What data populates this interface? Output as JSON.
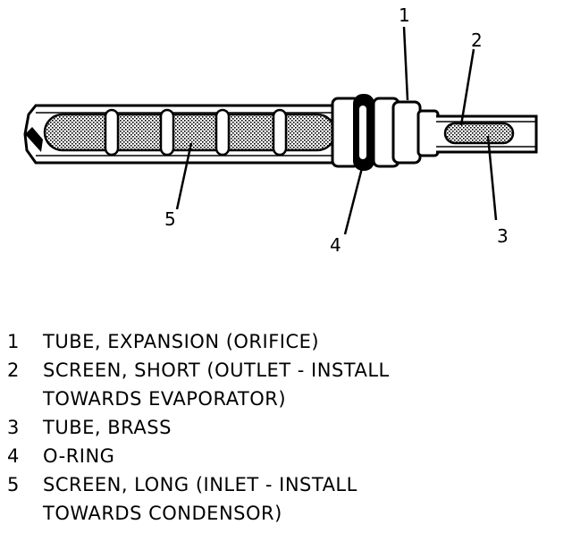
{
  "callouts": {
    "c1": "1",
    "c2": "2",
    "c3": "3",
    "c4": "4",
    "c5": "5"
  },
  "legend": [
    {
      "number": "1",
      "lines": [
        "TUBE, EXPANSION (ORIFICE)"
      ]
    },
    {
      "number": "2",
      "lines": [
        "SCREEN, SHORT (OUTLET - INSTALL",
        "TOWARDS EVAPORATOR)"
      ]
    },
    {
      "number": "3",
      "lines": [
        "TUBE, BRASS"
      ]
    },
    {
      "number": "4",
      "lines": [
        "O-RING"
      ]
    },
    {
      "number": "5",
      "lines": [
        "SCREEN, LONG (INLET - INSTALL",
        "TOWARDS CONDENSOR)"
      ]
    }
  ],
  "colors": {
    "ink": "#000000",
    "paper": "#ffffff",
    "screen_fill": "#c8c8c8"
  }
}
